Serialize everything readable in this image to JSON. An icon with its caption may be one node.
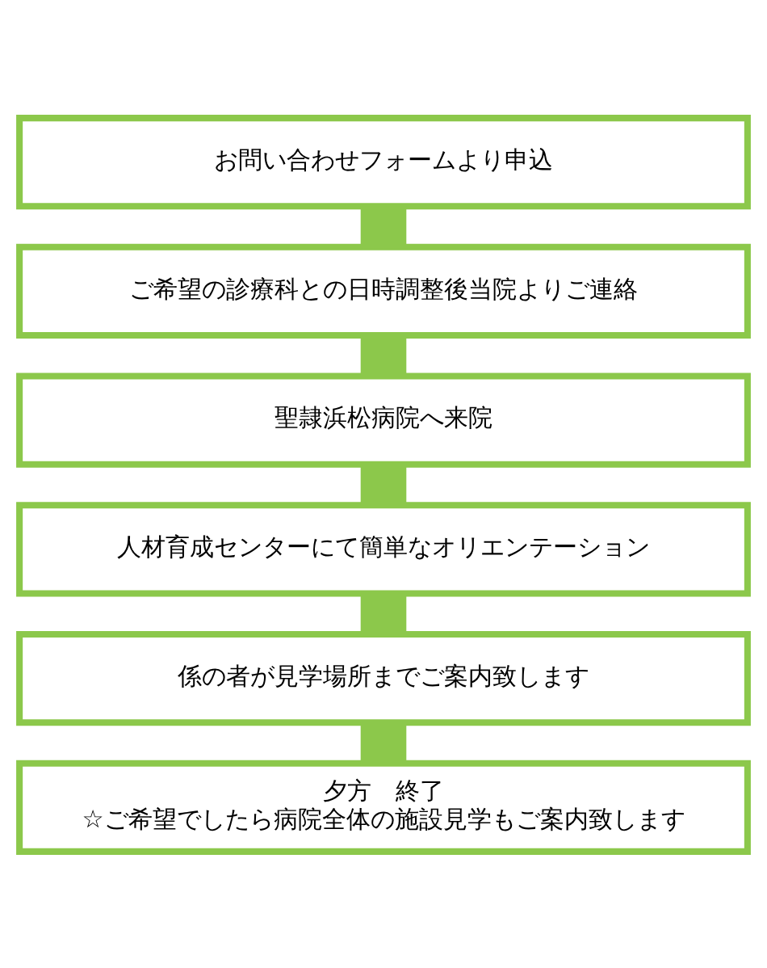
{
  "diagram": {
    "nodes": [
      {
        "text": [
          "お問い合わせフォームより申込"
        ]
      },
      {
        "text": [
          "ご希望の診療科との日時調整後当院よりご連絡"
        ]
      },
      {
        "text": [
          "聖隷浜松病院へ来院"
        ]
      },
      {
        "text": [
          "人材育成センターにて簡単なオリエンテーション"
        ]
      },
      {
        "text": [
          "係の者が見学場所までご案内致します"
        ]
      },
      {
        "text": [
          "夕方　終了",
          "☆ご希望でしたら病院全体の施設見学もご案内致します"
        ]
      }
    ],
    "edges": [
      {
        "from": 0,
        "to": 1,
        "arrow": "none"
      },
      {
        "from": 1,
        "to": 2,
        "arrow": "none"
      },
      {
        "from": 2,
        "to": 3,
        "arrow": "none"
      },
      {
        "from": 3,
        "to": 4,
        "arrow": "none"
      },
      {
        "from": 4,
        "to": 5,
        "arrow": "none"
      }
    ]
  }
}
